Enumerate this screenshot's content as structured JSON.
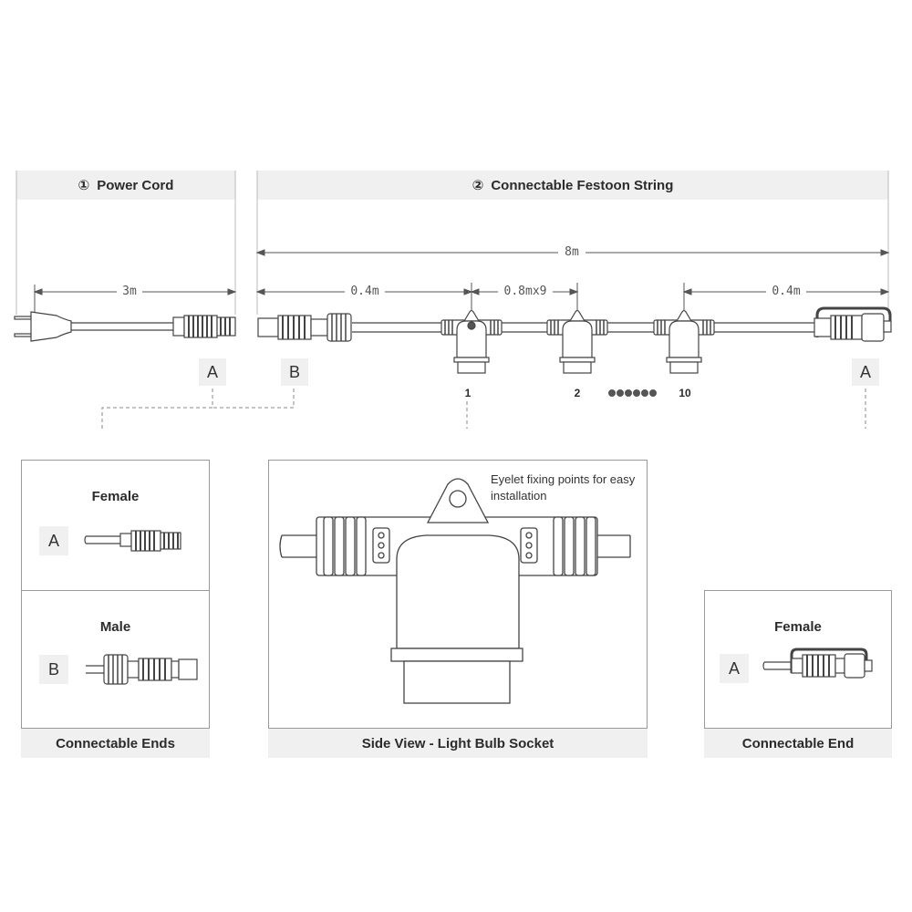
{
  "sections": {
    "power_cord": {
      "marker": "①",
      "title": "Power Cord"
    },
    "festoon": {
      "marker": "②",
      "title": "Connectable Festoon String"
    }
  },
  "dimensions": {
    "cord_length": "3m",
    "total_length": "8m",
    "lead_left": "0.4m",
    "spacing": "0.8mx9",
    "lead_right": "0.4m"
  },
  "labels": {
    "cord_end": "A",
    "string_start": "B",
    "string_end": "A"
  },
  "sockets": {
    "first": "1",
    "second": "2",
    "last": "10"
  },
  "panels": {
    "ends": {
      "female_title": "Female",
      "female_label": "A",
      "male_title": "Male",
      "male_label": "B",
      "footer": "Connectable Ends"
    },
    "socket": {
      "note": "Eyelet fixing points for easy installation",
      "footer": "Side View - Light Bulb Socket"
    },
    "end": {
      "female_title": "Female",
      "female_label": "A",
      "footer": "Connectable End"
    }
  },
  "colors": {
    "line": "#444444",
    "light_fill": "#f0f0f0",
    "border": "#9a9a9a"
  }
}
